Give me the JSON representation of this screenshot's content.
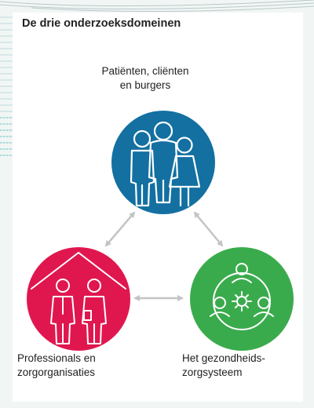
{
  "title": "De drie onderzoeksdomeinen",
  "domains": [
    {
      "lines": [
        "Patiënten, cliënten",
        "en burgers"
      ],
      "color": "#1370a1",
      "icon": "three-people-icon"
    },
    {
      "lines": [
        "Professionals en",
        "zorgorganisaties"
      ],
      "color": "#e0174f",
      "icon": "professionals-under-roof-icon"
    },
    {
      "lines": [
        "Het gezondheids-",
        "zorgsysteem"
      ],
      "color": "#3aab4c",
      "icon": "network-gear-people-icon"
    }
  ],
  "arrow_color": "#c4c4c4"
}
